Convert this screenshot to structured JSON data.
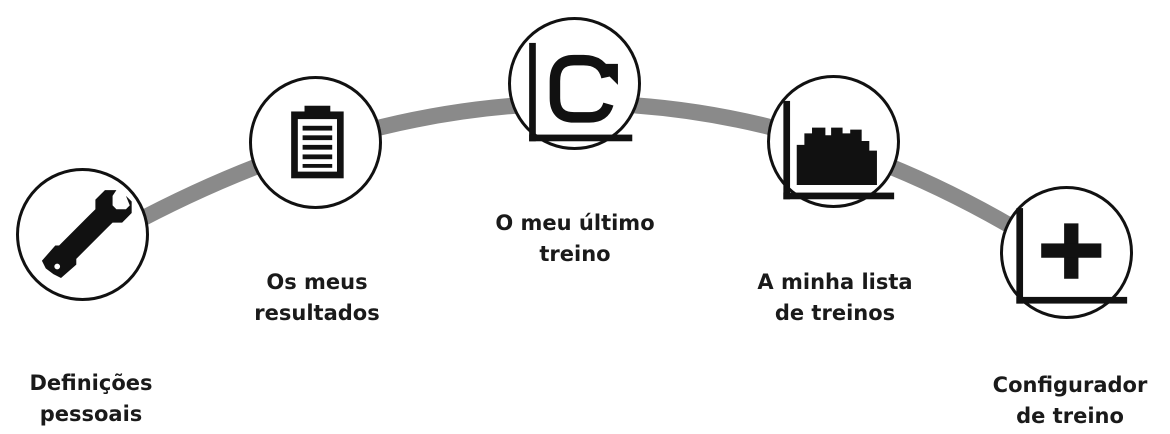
{
  "menu": {
    "items": [
      {
        "id": "settings",
        "icon": "wrench-icon",
        "label_line1": "Definições",
        "label_line2": "pessoais"
      },
      {
        "id": "results",
        "icon": "clipboard-icon",
        "label_line1": "Os meus",
        "label_line2": "resultados"
      },
      {
        "id": "last-workout",
        "icon": "repeat-chart-icon",
        "label_line1": "O meu último",
        "label_line2": "treino"
      },
      {
        "id": "workout-list",
        "icon": "profile-chart-icon",
        "label_line1": "A minha lista",
        "label_line2": "de treinos"
      },
      {
        "id": "configurator",
        "icon": "plus-chart-icon",
        "label_line1": "Configurador",
        "label_line2": "de treino"
      }
    ]
  },
  "colors": {
    "arc": "#8a8a8a",
    "stroke": "#111111",
    "background": "#ffffff"
  }
}
